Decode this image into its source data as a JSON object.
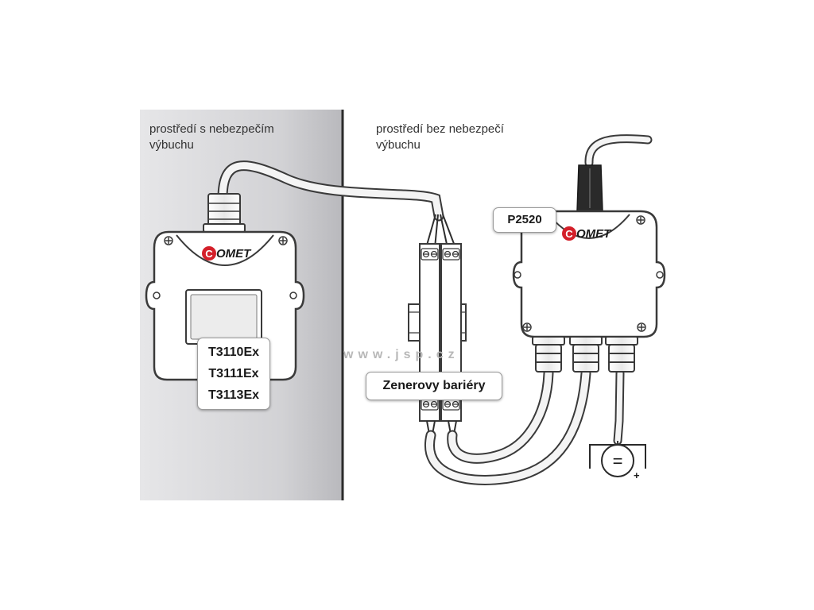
{
  "zones": {
    "hazardous": {
      "line1": "prostředí s nebezpečím",
      "line2": "výbuchu"
    },
    "safe": {
      "line1": "prostředí bez nebezpečí",
      "line2": "výbuchu"
    }
  },
  "transmitter": {
    "brand": "OMET",
    "brand_initial": "C",
    "models": [
      "T3110Ex",
      "T3111Ex",
      "T3113Ex"
    ]
  },
  "barrier": {
    "label": "Zenerovy bariéry"
  },
  "receiver": {
    "brand": "OMET",
    "brand_initial": "C",
    "label": "P2520"
  },
  "power": {
    "symbol": "=",
    "polarity": "+"
  },
  "watermark": "www.jsp.cz",
  "colors": {
    "hazard_zone": "#d4d4d6",
    "divider": "#2b2b2b",
    "device_outline": "#3a3a3a",
    "brand_red": "#d4202a",
    "cable": "#f4f4f4"
  }
}
